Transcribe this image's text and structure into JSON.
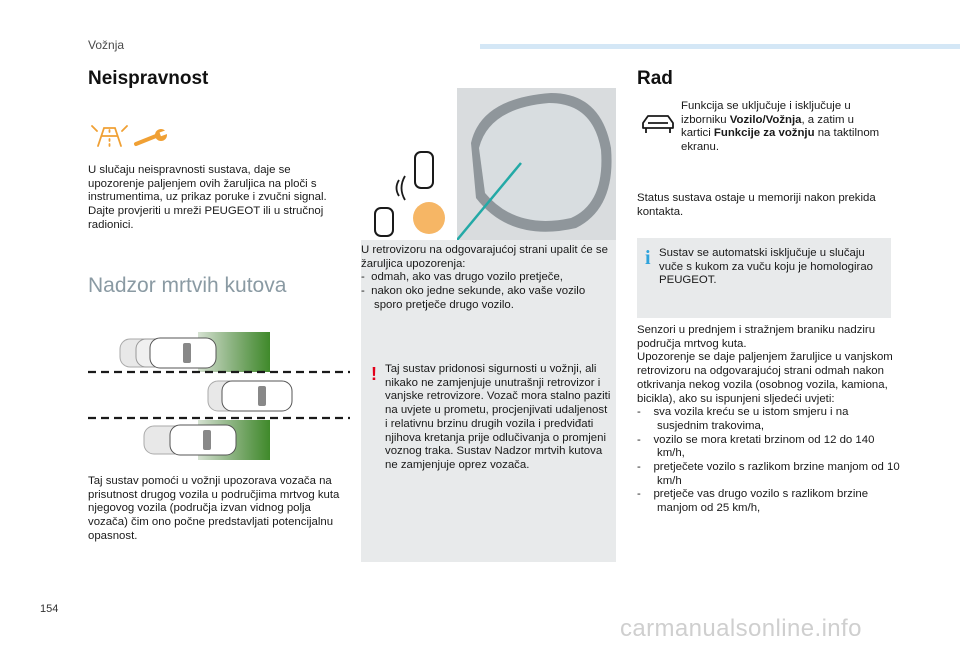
{
  "header": {
    "section": "Vožnja"
  },
  "left": {
    "title": "Neispravnost",
    "fault_text": "U slučaju neispravnosti sustava, daje se upozorenje paljenjem ovih žaruljica na ploči s instrumentima, uz prikaz poruke i zvučni signal. Dajte provjeriti u mreži PEUGEOT ili u stručnoj radionici.",
    "section_title": "Nadzor mrtvih kutova",
    "assist_text": "Taj sustav pomoći u vožnji upozorava vozača na prisutnost drugog vozila u područjima mrtvog kuta njegovog vozila (područja izvan vidnog polja vozača) čim ono počne predstavljati potencijalnu opasnost."
  },
  "middle": {
    "mirror_intro": "U retrovizoru na odgovarajućoj strani upalit će se žaruljica upozorenja:",
    "mirror_items": [
      "-  odmah, ako vas drugo vozilo pretječe,",
      "-  nakon oko jedne sekunde, ako vaše vozilo sporo pretječe drugo vozilo."
    ],
    "warning_mark": "!",
    "warning_text": "Taj sustav pridonosi sigurnosti u vožnji, ali nikako ne zamjenjuje unutrašnji retrovizor i vanjske retrovizore. Vozač mora stalno paziti na uvjete u prometu, procjenjivati udaljenost i relativnu brzinu drugih vozila i predviđati njihova kretanja prije odlučivanja o promjeni voznog traka. Sustav Nadzor mrtvih kutova ne zamjenjuje oprez vozača."
  },
  "right": {
    "title": "Rad",
    "rad_pre": "Funkcija se uključuje i isključuje u izborniku ",
    "rad_bold1": "Vozilo/Vožnja",
    "rad_mid": ", a zatim u kartici ",
    "rad_bold2": "Funkcije za vožnju",
    "rad_post": " na taktilnom ekranu.",
    "status_text": "Status sustava ostaje u memoriji nakon prekida kontakta.",
    "info_mark": "i",
    "info_text": "Sustav se automatski isključuje u slučaju vuče s kukom za vuču koju je homologirao PEUGEOT.",
    "sensors_intro": "Senzori u prednjem i stražnjem braniku nadziru područja mrtvog kuta.",
    "sensors_intro2": "Upozorenje se daje paljenjem žaruljice u vanjskom retrovizoru na odgovarajućoj strani odmah nakon otkrivanja nekog vozila (osobnog vozila, kamiona, bicikla), ako su ispunjeni sljedeći uvjeti:",
    "sensor_items": [
      "-    sva vozila kreću se u istom smjeru i na susjednim trakovima,",
      "-    vozilo se mora kretati brzinom od 12 do 140 km/h,",
      "-    pretječete vozilo s razlikom brzine manjom od 10 km/h",
      "-    pretječe vas drugo vozilo s razlikom brzine manjom od 25 km/h,"
    ]
  },
  "footer": {
    "page_number": "154",
    "watermark": "carmanualsonline.info"
  },
  "colors": {
    "accent_blue": "#2ea3dc",
    "warning_red": "#e2001a",
    "icon_orange": "#f0a034",
    "green": "#3f8a2a",
    "teal": "#23a9a6"
  },
  "icons": [
    "warning-lamp-icon",
    "wrench-icon",
    "mirror-illustration",
    "blind-spot-icon",
    "car-menu-icon",
    "traffic-illustration"
  ]
}
